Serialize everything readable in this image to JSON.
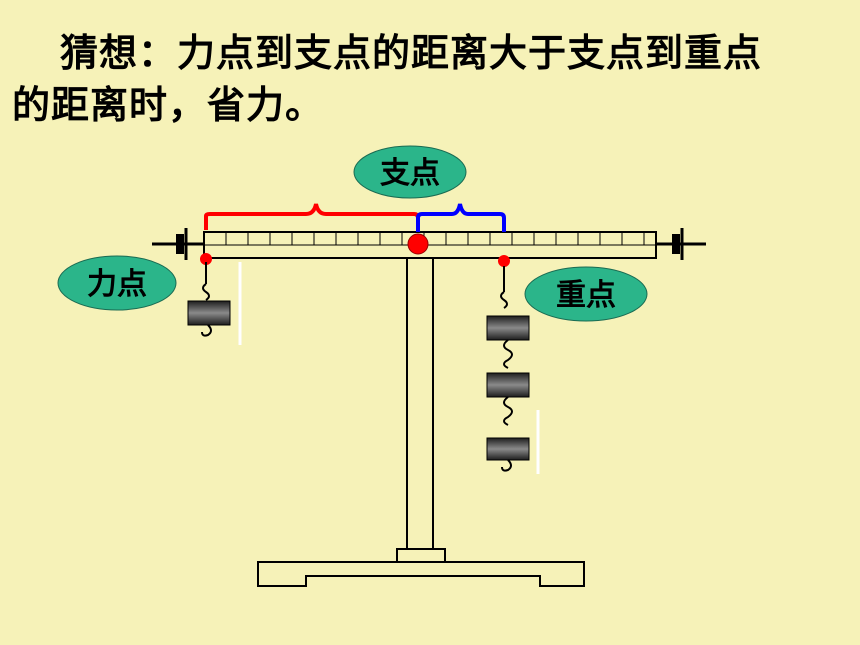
{
  "heading": {
    "line1": "猜想：力点到支点的距离大于支点到重点",
    "line2": "的距离时，省力。"
  },
  "labels": {
    "fulcrum": "支点",
    "effort_point": "力点",
    "load_point": "重点"
  },
  "colors": {
    "background": "#f6f2b8",
    "label_fill": "#2bb58a",
    "effort_arm": "#ff0000",
    "load_arm": "#0000ff",
    "pivot": "#ff0000",
    "weight": "#3a3a3a"
  },
  "weights": {
    "left_count": 1,
    "right_count": 3
  }
}
